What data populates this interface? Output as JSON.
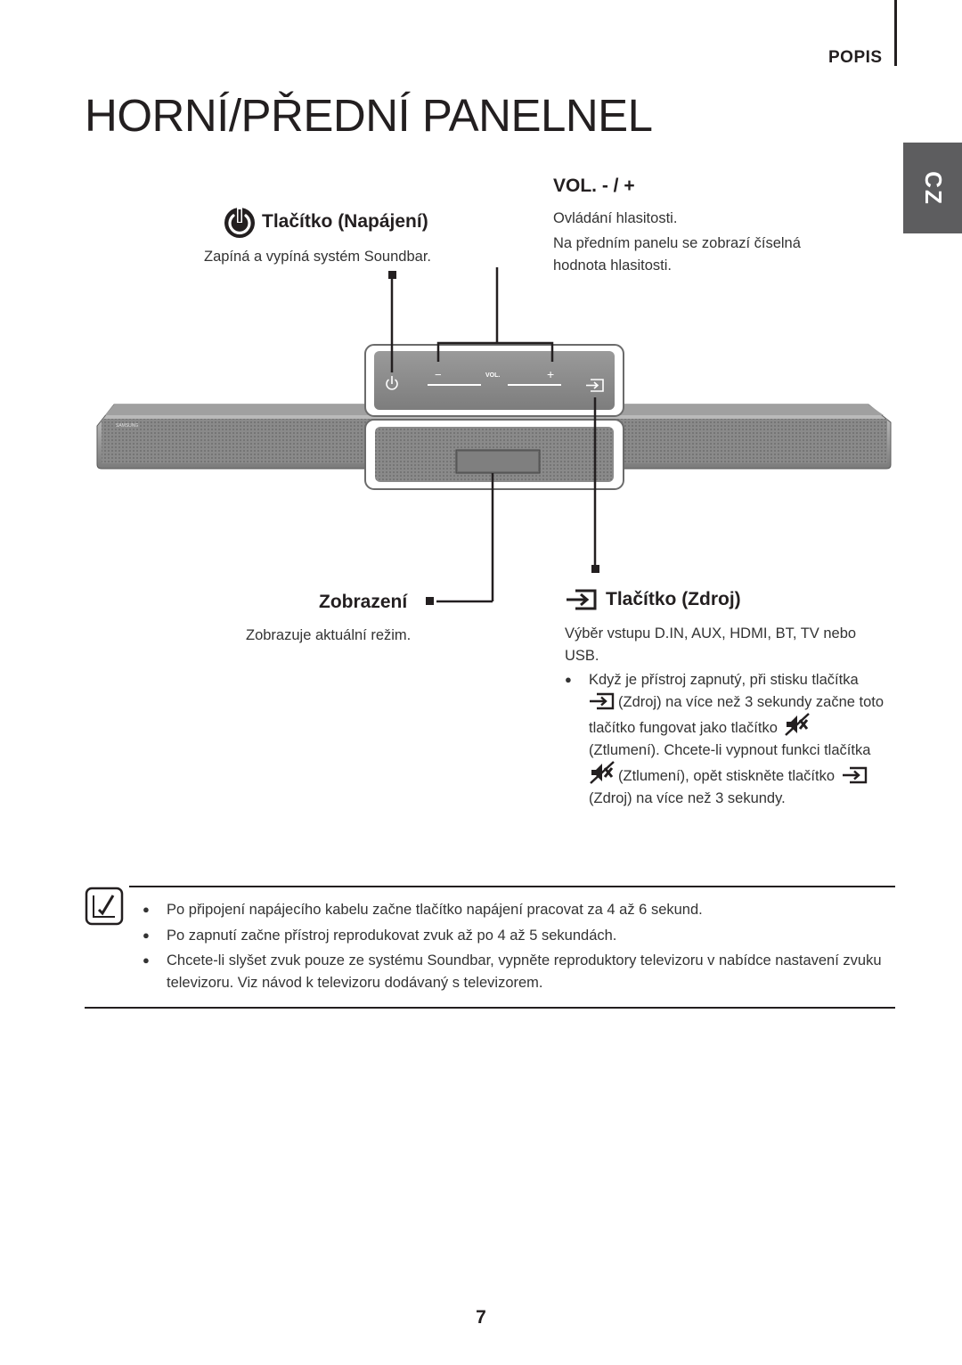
{
  "header": {
    "section": "POPIS",
    "title": "HORNÍ/PŘEDNÍ PANELNEL",
    "lang_tab": "CZ"
  },
  "power": {
    "heading": "Tlačítko (Napájení)",
    "desc": "Zapíná a vypíná systém Soundbar."
  },
  "vol": {
    "heading": "VOL. - / +",
    "desc1": "Ovládání hlasitosti.",
    "desc2": "Na předním panelu se zobrazí číselná hodnota hlasitosti."
  },
  "device": {
    "brand": "SAMSUNG",
    "vol_label": "VOL.",
    "minus": "−",
    "plus": "+"
  },
  "display": {
    "heading": "Zobrazení",
    "desc": "Zobrazuje aktuální režim."
  },
  "source": {
    "heading": "Tlačítko (Zdroj)",
    "desc": "Výběr vstupu D.IN, AUX, HDMI, BT, TV nebo USB.",
    "bullet_a": "Když je přístroj zapnutý, při stisku tlačítka",
    "bullet_b": "(Zdroj) na více než 3 sekundy začne toto tlačítko fungovat jako tlačítko",
    "bullet_c": "(Ztlumení). Chcete-li vypnout funkci tlačítka",
    "bullet_d": "(Ztlumení), opět stiskněte tlačítko",
    "bullet_e": "(Zdroj) na více než 3 sekundy."
  },
  "notes": [
    "Po připojení napájecího kabelu začne tlačítko napájení pracovat za 4 až 6 sekund.",
    "Po zapnutí začne přístroj reprodukovat zvuk až po 4 až 5 sekundách.",
    "Chcete-li slyšet zvuk pouze ze systému Soundbar, vypněte reproduktory televizoru v nabídce nastavení zvuku televizoru. Viz návod k televizoru dodávaný s televizorem."
  ],
  "page_number": "7",
  "icons": [
    "power-icon",
    "source-icon",
    "mute-icon",
    "note-icon"
  ]
}
